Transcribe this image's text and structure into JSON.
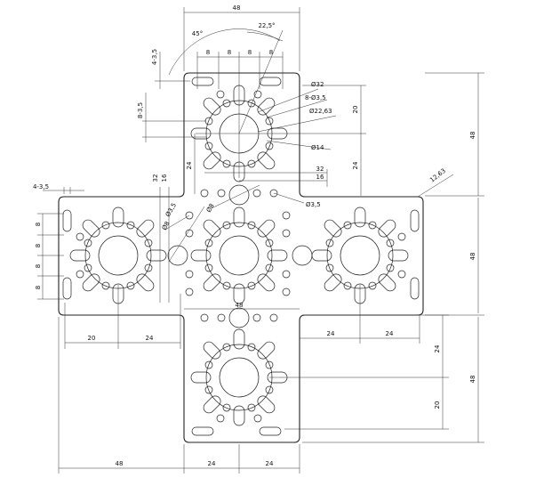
{
  "drawing": {
    "dims": {
      "top_48": "48",
      "top_22_5": "22,5°",
      "top_45": "45°",
      "top_8a": "8",
      "top_8b": "8",
      "top_8c": "8",
      "top_8d": "8",
      "top_4_35": "4-3,5",
      "top_8_35": "8-3,5",
      "lead_d32": "Ø32",
      "lead_8_d35": "8-Ø3,5",
      "lead_d22_63": "Ø22,63",
      "lead_d14": "Ø14",
      "right_20": "20",
      "right_24": "24",
      "right_48": "48",
      "left_24": "24",
      "dim_32": "32",
      "dim_16": "16",
      "dim_12_63": "12,63",
      "lead_d35_right": "Ø3,5",
      "lead_d35_left": "Ø3,5",
      "lead_d8a": "Ø8",
      "lead_d8b": "Ø8",
      "lw_32": "32",
      "lw_16": "16",
      "lw_4_35": "4-3,5",
      "lw_8a": "8",
      "lw_8b": "8",
      "lw_8c": "8",
      "lw_8d": "8",
      "mid_48": "48",
      "center_48": "48",
      "lw_20": "20",
      "lw_24": "24",
      "rw_24a": "24",
      "rw_24b": "24",
      "bottom_24": "24",
      "bottom_20": "20",
      "bottom_48": "48",
      "base_48": "48",
      "base_24a": "24",
      "base_24b": "24"
    }
  }
}
